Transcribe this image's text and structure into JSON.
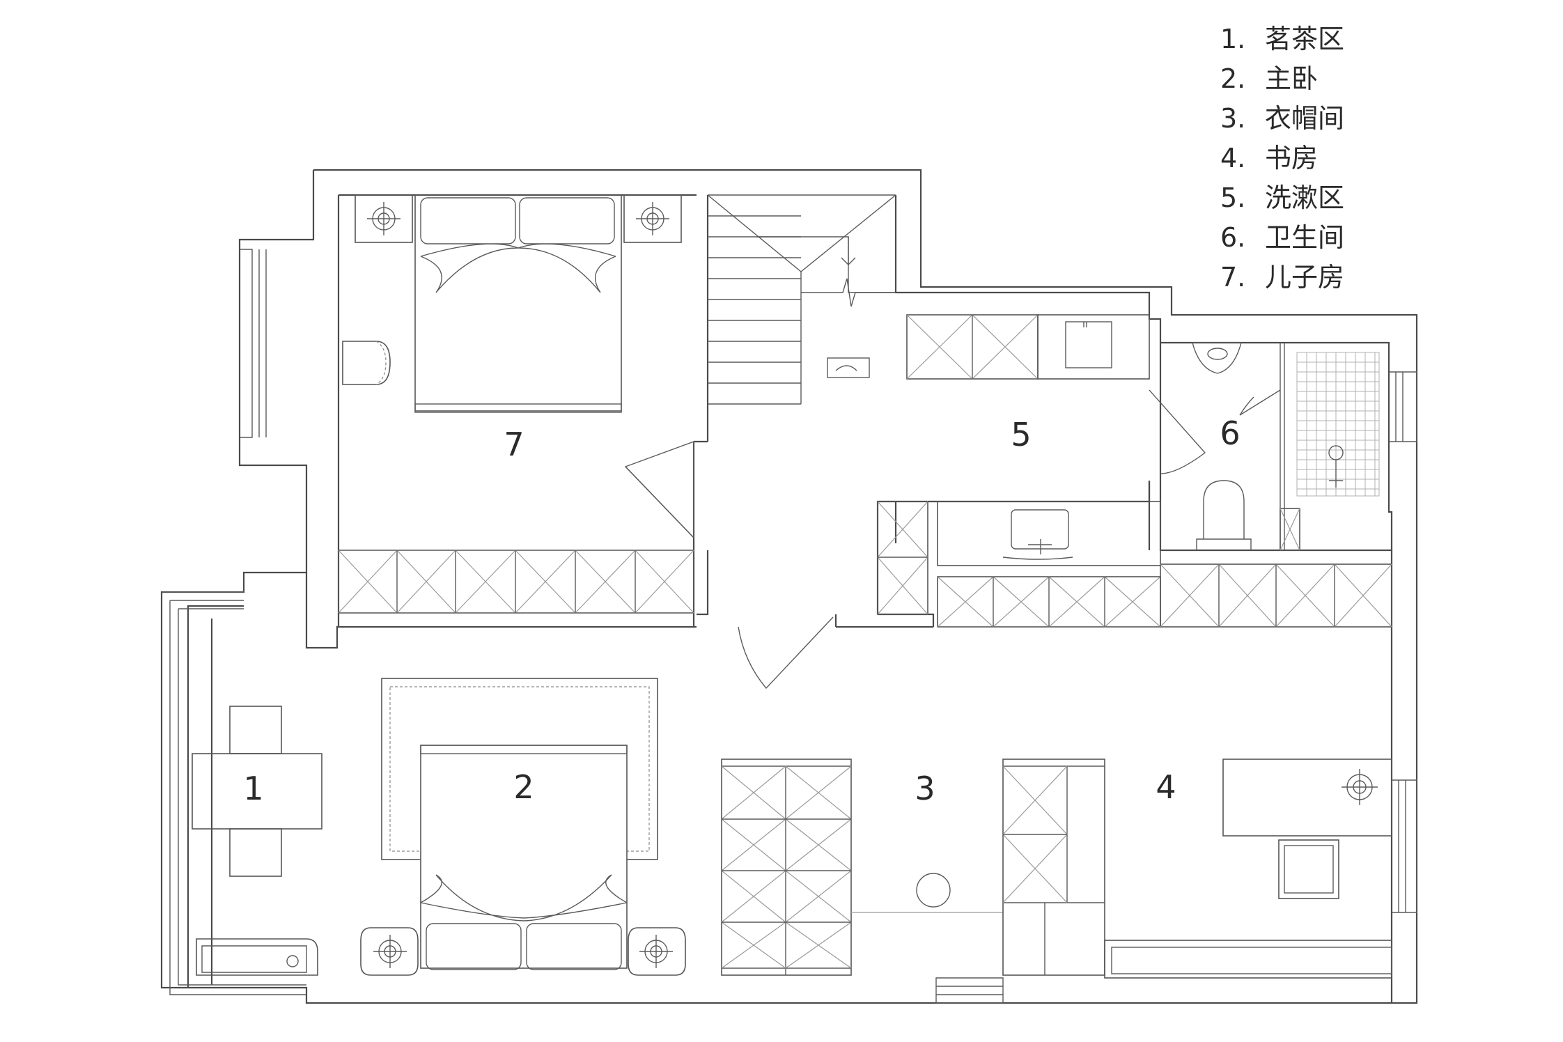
{
  "legend": [
    {
      "num": "1.",
      "label": "茗茶区"
    },
    {
      "num": "2.",
      "label": "主卧"
    },
    {
      "num": "3.",
      "label": "衣帽间"
    },
    {
      "num": "4.",
      "label": "书房"
    },
    {
      "num": "5.",
      "label": "洗漱区"
    },
    {
      "num": "6.",
      "label": "卫生间"
    },
    {
      "num": "7.",
      "label": "儿子房"
    }
  ],
  "rooms": {
    "r1": "1",
    "r2": "2",
    "r3": "3",
    "r4": "4",
    "r5": "5",
    "r6": "6",
    "r7": "7"
  }
}
